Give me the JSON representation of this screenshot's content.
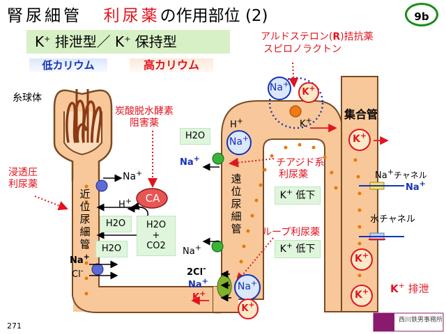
{
  "title": {
    "part1": "腎尿細管",
    "part2": "利尿薬",
    "part3": "の作用部位",
    "part4": "(2)"
  },
  "slide_number": "9b",
  "subtitle": {
    "k1": "K",
    "plus1": "+",
    "mid": " 排泄型／ K",
    "plus2": "+",
    "end": " 保持型"
  },
  "tags": {
    "low": "低カリウム",
    "high": "高カリウム"
  },
  "structures": {
    "glomerulus": "糸球体",
    "proximal": [
      "近",
      "位",
      "尿",
      "細",
      "管"
    ],
    "distal": [
      "遠",
      "位",
      "尿",
      "細",
      "管"
    ],
    "collecting": "集合管"
  },
  "drugs": {
    "osmotic": [
      "浸透圧",
      "利尿薬"
    ],
    "cai": [
      "炭酸脱水酵素",
      "阻害薬"
    ],
    "thiazide": [
      "チアジド系",
      "利尿薬"
    ],
    "loop": "ループ利尿薬",
    "aldosterone": [
      "アルドステロン(",
      "R",
      ")拮抗薬"
    ],
    "spironolactone": "スピロノラクトン"
  },
  "ions": {
    "na": "Na",
    "k": "K",
    "h": "H",
    "plus": "+",
    "minus": "-",
    "cl2": "2Cl",
    "cl": "Cl",
    "h2o": "H2O",
    "co2": "CO2",
    "ca": "CA",
    "plus_sign": "+"
  },
  "effects": {
    "k_low_1": " 低下",
    "k_low_2": " 低下",
    "k_excretion": " 排泄"
  },
  "channels": {
    "na_channel": "チャネル",
    "water_channel": "水チャネル"
  },
  "page_number": "271",
  "publisher": "西川鉄男事務所"
}
